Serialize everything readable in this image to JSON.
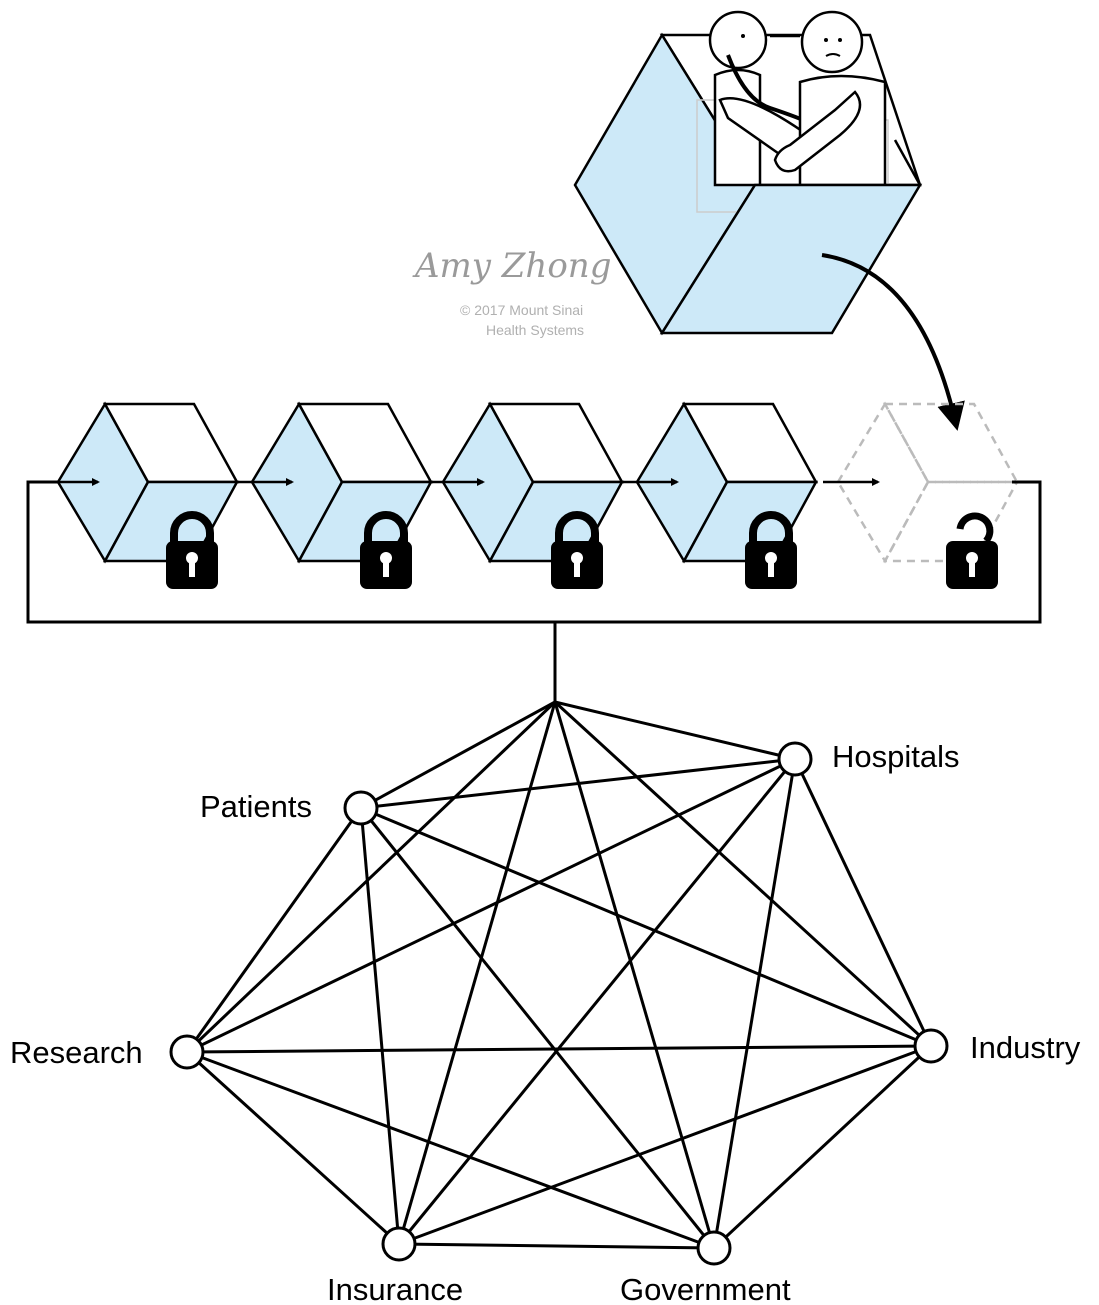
{
  "colors": {
    "block_fill": "#cde9f8",
    "line": "#000000",
    "ghost_line": "#bbbbbb",
    "signature": "#9a9a9a"
  },
  "signature": {
    "name": "Amy Zhong",
    "copyright": "© 2017 Mount Sinai",
    "org": "Health Systems"
  },
  "blockchain": {
    "blocks": [
      {
        "state": "locked",
        "icon": "lock-closed-icon"
      },
      {
        "state": "locked",
        "icon": "lock-closed-icon"
      },
      {
        "state": "locked",
        "icon": "lock-closed-icon"
      },
      {
        "state": "locked",
        "icon": "lock-closed-icon"
      },
      {
        "state": "pending",
        "icon": "lock-open-icon"
      }
    ]
  },
  "network": {
    "nodes": [
      {
        "id": "patients",
        "label": "Patients"
      },
      {
        "id": "hospitals",
        "label": "Hospitals"
      },
      {
        "id": "research",
        "label": "Research"
      },
      {
        "id": "industry",
        "label": "Industry"
      },
      {
        "id": "insurance",
        "label": "Insurance"
      },
      {
        "id": "government",
        "label": "Government"
      }
    ]
  }
}
